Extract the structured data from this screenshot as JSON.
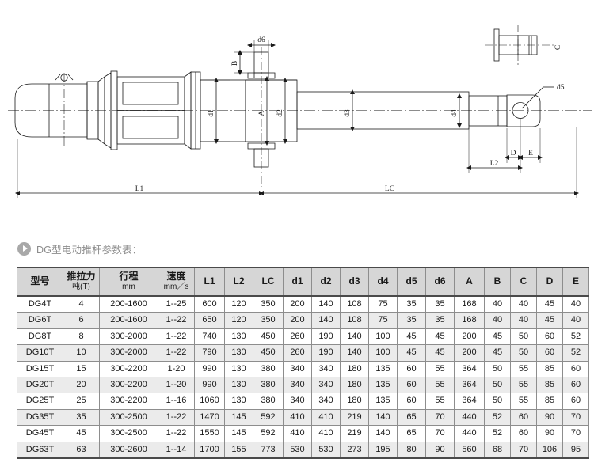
{
  "drawing": {
    "labels": {
      "d1": "d1",
      "d2": "d2",
      "d3": "d3",
      "d4": "d4",
      "d5": "d5",
      "d6": "d6",
      "A": "A",
      "B": "B",
      "C": "C",
      "D": "D",
      "E": "E",
      "L1": "L1",
      "L2": "L2",
      "LC": "LC"
    }
  },
  "section": {
    "icon": "play-triangle-icon",
    "title": "DG型电动推杆参数表："
  },
  "table": {
    "headers": [
      {
        "main": "型号",
        "sub": ""
      },
      {
        "main": "推拉力",
        "sub": "吨(T)"
      },
      {
        "main": "行程",
        "sub": "mm"
      },
      {
        "main": "速度",
        "sub": "mm／s"
      },
      {
        "main": "L1",
        "sub": ""
      },
      {
        "main": "L2",
        "sub": ""
      },
      {
        "main": "LC",
        "sub": ""
      },
      {
        "main": "d1",
        "sub": ""
      },
      {
        "main": "d2",
        "sub": ""
      },
      {
        "main": "d3",
        "sub": ""
      },
      {
        "main": "d4",
        "sub": ""
      },
      {
        "main": "d5",
        "sub": ""
      },
      {
        "main": "d6",
        "sub": ""
      },
      {
        "main": "A",
        "sub": ""
      },
      {
        "main": "B",
        "sub": ""
      },
      {
        "main": "C",
        "sub": ""
      },
      {
        "main": "D",
        "sub": ""
      },
      {
        "main": "E",
        "sub": ""
      }
    ],
    "rows": [
      [
        "DG4T",
        "4",
        "200-1600",
        "1--25",
        "600",
        "120",
        "350",
        "200",
        "140",
        "108",
        "75",
        "35",
        "35",
        "168",
        "40",
        "40",
        "45",
        "40"
      ],
      [
        "DG6T",
        "6",
        "200-1600",
        "1--22",
        "650",
        "120",
        "350",
        "200",
        "140",
        "108",
        "75",
        "35",
        "35",
        "168",
        "40",
        "40",
        "45",
        "40"
      ],
      [
        "DG8T",
        "8",
        "300-2000",
        "1--22",
        "740",
        "130",
        "450",
        "260",
        "190",
        "140",
        "100",
        "45",
        "45",
        "200",
        "45",
        "50",
        "60",
        "52"
      ],
      [
        "DG10T",
        "10",
        "300-2000",
        "1--22",
        "790",
        "130",
        "450",
        "260",
        "190",
        "140",
        "100",
        "45",
        "45",
        "200",
        "45",
        "50",
        "60",
        "52"
      ],
      [
        "DG15T",
        "15",
        "300-2200",
        "1-20",
        "990",
        "130",
        "380",
        "340",
        "340",
        "180",
        "135",
        "60",
        "55",
        "364",
        "50",
        "55",
        "85",
        "60"
      ],
      [
        "DG20T",
        "20",
        "300-2200",
        "1--20",
        "990",
        "130",
        "380",
        "340",
        "340",
        "180",
        "135",
        "60",
        "55",
        "364",
        "50",
        "55",
        "85",
        "60"
      ],
      [
        "DG25T",
        "25",
        "300-2200",
        "1--16",
        "1060",
        "130",
        "380",
        "340",
        "340",
        "180",
        "135",
        "60",
        "55",
        "364",
        "50",
        "55",
        "85",
        "60"
      ],
      [
        "DG35T",
        "35",
        "300-2500",
        "1--22",
        "1470",
        "145",
        "592",
        "410",
        "410",
        "219",
        "140",
        "65",
        "70",
        "440",
        "52",
        "60",
        "90",
        "70"
      ],
      [
        "DG45T",
        "45",
        "300-2500",
        "1--22",
        "1550",
        "145",
        "592",
        "410",
        "410",
        "219",
        "140",
        "65",
        "70",
        "440",
        "52",
        "60",
        "90",
        "70"
      ],
      [
        "DG63T",
        "63",
        "300-2600",
        "1--14",
        "1700",
        "155",
        "773",
        "530",
        "530",
        "273",
        "195",
        "80",
        "90",
        "560",
        "68",
        "70",
        "106",
        "95"
      ]
    ]
  },
  "colors": {
    "header_bg": "#d6d6d6",
    "alt_row_bg": "#ebebeb",
    "border": "#8d8d8d",
    "heavy_border": "#4a4a4a",
    "title_text": "#8c8c8c",
    "drawing_line": "#1a1a1a"
  }
}
